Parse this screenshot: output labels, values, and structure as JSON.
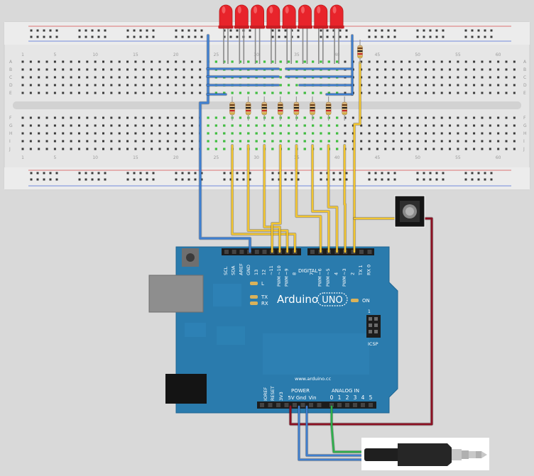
{
  "colors": {
    "background": "#d9d9d9",
    "breadboard": "#e6e6e6",
    "board": "#2a7bad",
    "board_dark": "#1f6592",
    "led": "#e8242b",
    "wire_yellow": "#f2c530",
    "wire_blue": "#3e7fd0",
    "wire_red": "#8c1022",
    "wire_green": "#2db04b",
    "rail_red": "#d84a4a",
    "rail_blue": "#4a6ad8"
  },
  "breadboard": {
    "column_numbers": [
      "1",
      "5",
      "10",
      "15",
      "20",
      "25",
      "30",
      "35",
      "40",
      "45",
      "50",
      "55",
      "60"
    ],
    "row_letters_top": [
      "A",
      "B",
      "C",
      "D",
      "E"
    ],
    "row_letters_bottom": [
      "F",
      "G",
      "H",
      "I",
      "J"
    ]
  },
  "arduino": {
    "name": "Arduino",
    "model": "UNO",
    "website": "www.arduino.cc",
    "icsp_label": "ICSP",
    "icsp_number": "1",
    "on_label": "ON",
    "led_l": "L",
    "led_tx": "TX",
    "led_rx": "RX",
    "digital_label": "DIGITAL",
    "top_header_pins": [
      "SCL",
      "SDA",
      "AREF",
      "GND",
      "13",
      "12",
      "~11",
      "~10",
      "~9",
      "8",
      "7",
      "~6",
      "~5",
      "4",
      "~3",
      "2",
      "TX 1",
      "RX 0"
    ],
    "pwm_label": "PWM",
    "power_label": "POWER",
    "power_pins": [
      "IOREF",
      "RESET",
      "3V3",
      "5V",
      "Gnd",
      "Vin"
    ],
    "analog_label": "ANALOG IN",
    "analog_pins": [
      "0",
      "1",
      "2",
      "3",
      "4",
      "5"
    ]
  },
  "leds": {
    "count": 8,
    "color_name": "red"
  },
  "components": {
    "button": "pushbutton",
    "audio": "3.5mm stereo plug"
  }
}
